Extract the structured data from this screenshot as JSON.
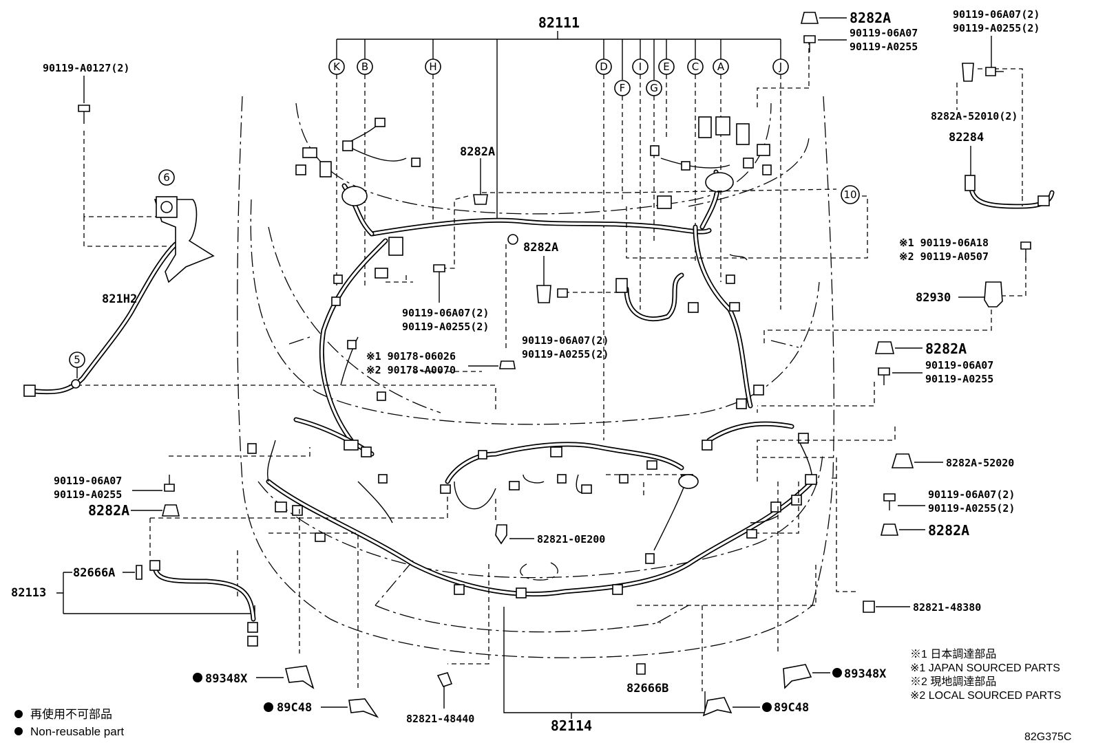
{
  "diagram": {
    "code": "82G375C",
    "labels": {
      "harness_main": "82111",
      "harness_front": "82114",
      "sub_harness": "82113",
      "clip_82666A": "82666A",
      "clip_82666B": "82666B",
      "wire_821H2": "821H2",
      "wire_82284": "82284",
      "relay_82930": "82930",
      "bolt_top_left": "90119-A0127(2)",
      "clamp_8282A_top": "8282A",
      "bolt_top_right_a": "90119-06A07",
      "bolt_top_right_b": "90119-A0255",
      "bolt_far_right_a": "90119-06A07(2)",
      "bolt_far_right_b": "90119-A0255(2)",
      "clamp_52010": "8282A-52010(2)",
      "clamp_mid_1": "8282A",
      "clamp_mid_2": "8282A",
      "bolt_mid_left_a": "90119-06A07(2)",
      "bolt_mid_left_b": "90119-A0255(2)",
      "bolt_mid_right_a": "90119-06A07(2)",
      "bolt_mid_right_b": "90119-A0255(2)",
      "bolt_relay_a": "※1 90119-06A18",
      "bolt_relay_b": "※2 90119-A0507",
      "clip_90178_a": "※1 90178-06026",
      "clip_90178_b": "※2 90178-A0070",
      "clamp_right_1": "8282A",
      "bolt_right_a": "90119-06A07",
      "bolt_right_b": "90119-A0255",
      "clamp_52020": "8282A-52020",
      "bolt_right2_a": "90119-06A07(2)",
      "bolt_right2_b": "90119-A0255(2)",
      "clamp_right_2": "8282A",
      "bolt_left_a": "90119-06A07",
      "bolt_left_b": "90119-A0255",
      "clamp_left": "8282A",
      "bracket_0E200": "82821-0E200",
      "bracket_48380": "82821-48380",
      "bracket_48440": "82821-48440",
      "clip_89348X_left": "89348X",
      "clip_89348X_right": "89348X",
      "clip_89C48_left": "89C48",
      "clip_89C48_right": "89C48"
    },
    "callouts": [
      "K",
      "B",
      "H",
      "D",
      "F",
      "I",
      "G",
      "E",
      "C",
      "A",
      "J"
    ],
    "numbered_callouts": [
      "6",
      "5",
      "10"
    ],
    "legend": {
      "jp": "再使用不可部品",
      "en": "Non-reusable part"
    },
    "notes": [
      "※1 日本調達部品",
      "※1 JAPAN SOURCED PARTS",
      "※2 現地調達部品",
      "※2 LOCAL SOURCED PARTS"
    ]
  }
}
